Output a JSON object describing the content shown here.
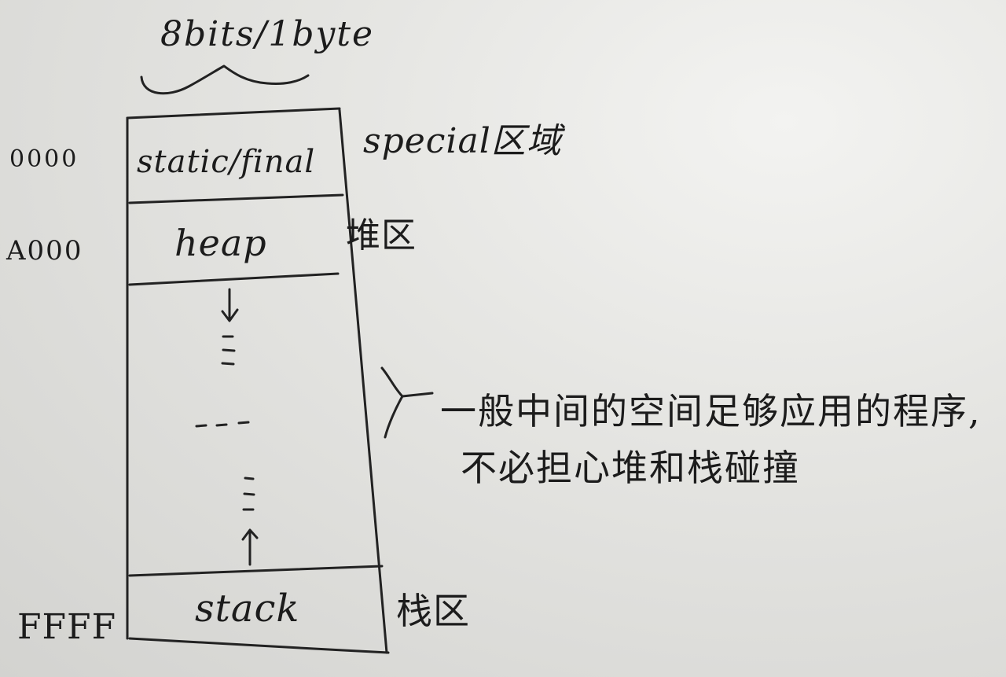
{
  "diagram": {
    "top_label": "8bits/1byte",
    "addresses": {
      "start": "0000",
      "heap_start": "A000",
      "end": "FFFF"
    },
    "segments": {
      "static": "static/final",
      "heap": "heap",
      "stack": "stack"
    },
    "region_labels": {
      "special": "special区域",
      "heap": "堆区",
      "stack": "栈区"
    },
    "note": {
      "line1": "一般中间的空间足够应用的程序,",
      "line2": "不必担心堆和栈碰撞"
    }
  }
}
